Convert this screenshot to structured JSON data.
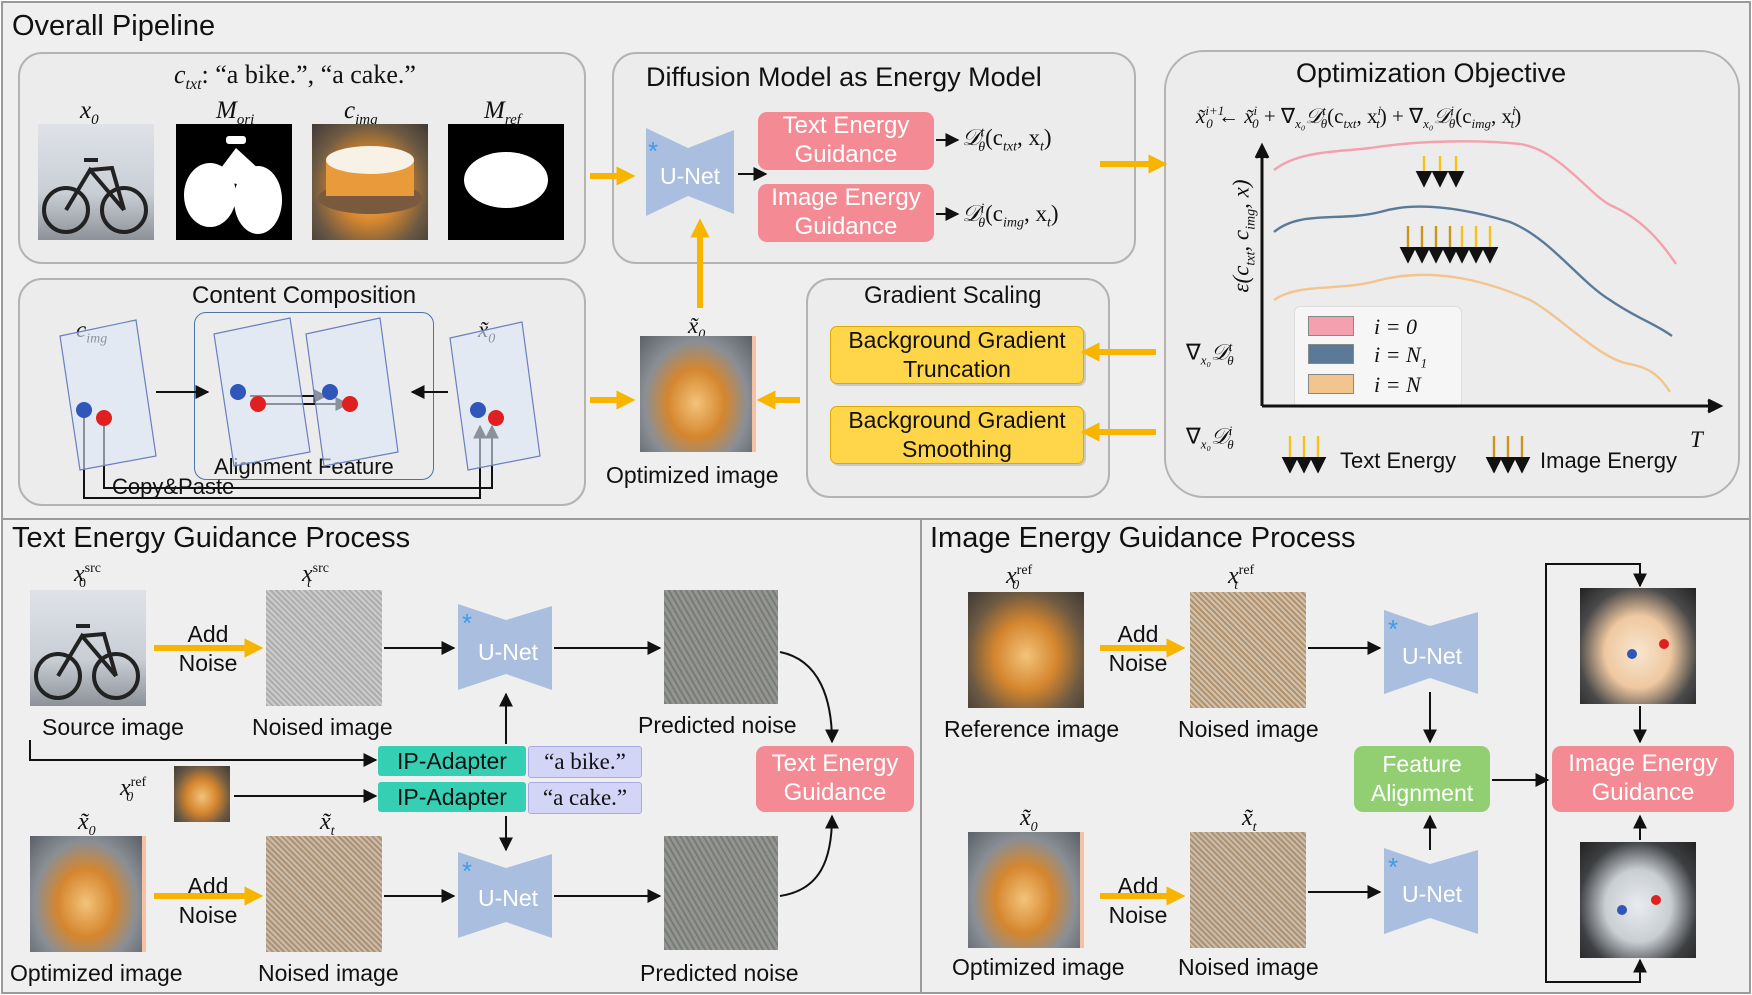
{
  "sections": {
    "overall": "Overall Pipeline",
    "text_process": "Text Energy Guidance Process",
    "image_process": "Image Energy Guidance Process"
  },
  "inputs": {
    "ctxt_label": "c",
    "ctxt_sub": "txt",
    "ctxt_prompts": ": “a bike.”, “a cake.”",
    "x0": "x",
    "x0_sub": "0",
    "mori": "M",
    "mori_sub": "ori",
    "cimg": "c",
    "cimg_sub": "img",
    "mref": "M",
    "mref_sub": "ref"
  },
  "diffusion_box": {
    "title": "Diffusion Model as Energy Model",
    "unet": "U-Net",
    "text_guidance": "Text Energy\nGuidance",
    "image_guidance": "Image Energy\nGuidance",
    "dt": "𝒟",
    "dt_sup": "t",
    "dt_sub": "θ",
    "dt_args": "(c",
    "dt_args_sub": "txt",
    "dt_args_end": ", x",
    "dt_args_end_sub": "t",
    "di": "𝒟",
    "di_sup": "i",
    "di_sub": "θ",
    "di_args": "(c",
    "di_args_sub": "img",
    "di_args_end": ", x",
    "di_args_end_sub": "t"
  },
  "objective": {
    "title": "Optimization Objective",
    "formula_lhs": "x̃",
    "formula_lhs_sup": "i+1",
    "formula_lhs_sub": "0",
    "formula_arrow": " ← ",
    "formula_term1": "x̃",
    "formula_term1_sup": "i",
    "formula_term1_sub": "0",
    "formula_plus1": " + ∇",
    "formula_grad_sub1": "x₀",
    "formula_D1": "𝒟",
    "formula_D1_sup": "t",
    "formula_D1_sub": "θ",
    "formula_D1_args": "(c",
    "formula_D1_args_sub": "txt",
    "formula_D1_args2": ", x",
    "formula_D1_args2_sup": "i",
    "formula_D1_args2_sub": "t",
    "formula_D1_close": ")",
    "formula_plus2": " + ∇",
    "formula_grad_sub2": "x₀",
    "formula_D2": "𝒟",
    "formula_D2_sup": "i",
    "formula_D2_sub": "θ",
    "formula_D2_args": "(c",
    "formula_D2_args_sub": "img",
    "formula_D2_args2": ", x",
    "formula_D2_args2_sup": "i",
    "formula_D2_args2_sub": "t",
    "formula_D2_close": ")",
    "yaxis": "ε(c",
    "yaxis_sub1": "txt",
    "yaxis_mid": ", c",
    "yaxis_sub2": "img",
    "yaxis_end": ", x)",
    "xaxis": "T",
    "legend": [
      {
        "label": "i = 0",
        "color": "#f4a0ae"
      },
      {
        "label": "i = N",
        "sub": "1",
        "color": "#5a7a98"
      },
      {
        "label": "i = N",
        "color": "#f2c48e"
      }
    ],
    "text_energy": "Text Energy",
    "image_energy": "Image Energy",
    "text_energy_color": "#f6c11d",
    "image_energy_color": "#c8961a",
    "grad_t": "∇",
    "grad_t_sub": "x₀",
    "grad_t_D": "𝒟",
    "grad_t_sup": "t",
    "grad_t_Dsub": "θ",
    "grad_i": "∇",
    "grad_i_sub": "x₀",
    "grad_i_D": "𝒟",
    "grad_i_sup": "i",
    "grad_i_Dsub": "θ"
  },
  "composition": {
    "title": "Content Composition",
    "cimg": "c",
    "cimg_sub": "img",
    "x0t": "x̃",
    "x0t_sub": "0",
    "alignment": "Alignment Feature",
    "copy": "Copy&Paste"
  },
  "optimized": {
    "label": "Optimized image",
    "x0t": "x̃",
    "x0t_sub": "0"
  },
  "gradient": {
    "title": "Gradient Scaling",
    "trunc": "Background Gradient\nTruncation",
    "smooth": "Background Gradient\nSmoothing"
  },
  "text_proc": {
    "src_sym": "x",
    "src_sup": "src",
    "src_sub": "0",
    "src_label": "Source image",
    "add_noise": "Add\nNoise",
    "noised_sym": "x",
    "noised_sup": "src",
    "noised_sub": "t",
    "noised_label": "Noised image",
    "unet": "U-Net",
    "pred_label": "Predicted noise",
    "ip1": "IP-Adapter",
    "ip2": "IP-Adapter",
    "prompt1": "“a bike.”",
    "prompt2": "“a cake.”",
    "ref_sym": "x",
    "ref_sup": "ref",
    "ref_sub": "0",
    "guidance": "Text Energy\nGuidance",
    "opt_sym": "x̃",
    "opt_sub": "0",
    "opt_label": "Optimized image",
    "add_noise2": "Add\nNoise",
    "noised2_sym": "x̃",
    "noised2_sub": "t",
    "noised2_label": "Noised image",
    "unet2": "U-Net",
    "pred2_label": "Predicted noise"
  },
  "image_proc": {
    "ref_sym": "x",
    "ref_sup": "ref",
    "ref_sub": "0",
    "ref_label": "Reference image",
    "add_noise": "Add\nNoise",
    "noised_sym": "x",
    "noised_sup": "ref",
    "noised_sub": "t",
    "noised_label": "Noised image",
    "unet": "U-Net",
    "feature": "Feature\nAlignment",
    "guidance": "Image Energy\nGuidance",
    "opt_sym": "x̃",
    "opt_sub": "0",
    "opt_label": "Optimized image",
    "add_noise2": "Add\nNoise",
    "noised2_sym": "x̃",
    "noised2_sub": "t",
    "noised2_label": "Noised image",
    "unet2": "U-Net"
  }
}
